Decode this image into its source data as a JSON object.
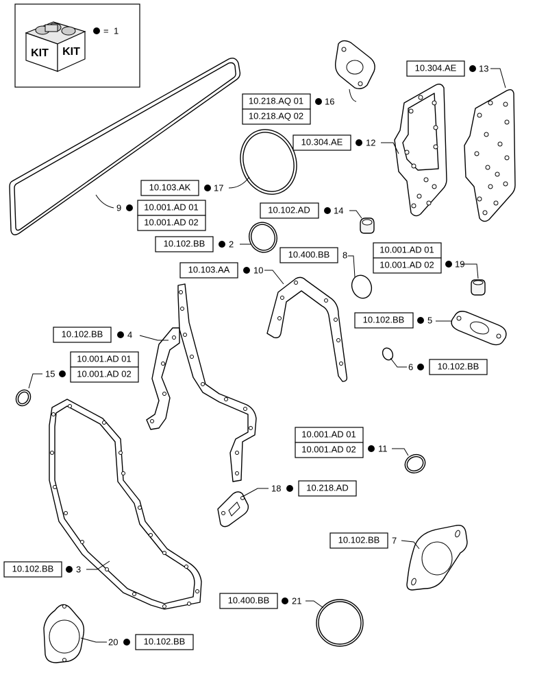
{
  "kit": {
    "icon": "kit-box-icon",
    "box_label_left": "KIT",
    "box_label_right": "KIT",
    "equals": "=",
    "item": "1"
  },
  "callouts": {
    "c16": {
      "item": "16",
      "refs": [
        "10.218.AQ 01",
        "10.218.AQ 02"
      ]
    },
    "c13": {
      "item": "13",
      "refs": [
        "10.304.AE"
      ]
    },
    "c12": {
      "item": "12",
      "refs": [
        "10.304.AE"
      ]
    },
    "c17": {
      "item": "17",
      "refs": [
        "10.103.AK"
      ]
    },
    "c9": {
      "item": "9",
      "refs": [
        "10.001.AD 01",
        "10.001.AD 02"
      ]
    },
    "c14": {
      "item": "14",
      "refs": [
        "10.102.AD"
      ]
    },
    "c2": {
      "item": "2",
      "refs": [
        "10.102.BB"
      ]
    },
    "c8": {
      "item": "8",
      "refs": [
        "10.400.BB"
      ]
    },
    "c19": {
      "item": "19",
      "refs": [
        "10.001.AD 01",
        "10.001.AD 02"
      ]
    },
    "c10": {
      "item": "10",
      "refs": [
        "10.103.AA"
      ]
    },
    "c5": {
      "item": "5",
      "refs": [
        "10.102.BB"
      ]
    },
    "c4": {
      "item": "4",
      "refs": [
        "10.102.BB"
      ]
    },
    "c6": {
      "item": "6",
      "refs": [
        "10.102.BB"
      ]
    },
    "c15": {
      "item": "15",
      "refs": [
        "10.001.AD 01",
        "10.001.AD 02"
      ]
    },
    "c11": {
      "item": "11",
      "refs": [
        "10.001.AD 01",
        "10.001.AD 02"
      ]
    },
    "c18": {
      "item": "18",
      "refs": [
        "10.218.AD"
      ]
    },
    "c7": {
      "item": "7",
      "refs": [
        "10.102.BB"
      ]
    },
    "c3": {
      "item": "3",
      "refs": [
        "10.102.BB"
      ]
    },
    "c21": {
      "item": "21",
      "refs": [
        "10.400.BB"
      ]
    },
    "c20": {
      "item": "20",
      "refs": [
        "10.102.BB"
      ]
    }
  }
}
